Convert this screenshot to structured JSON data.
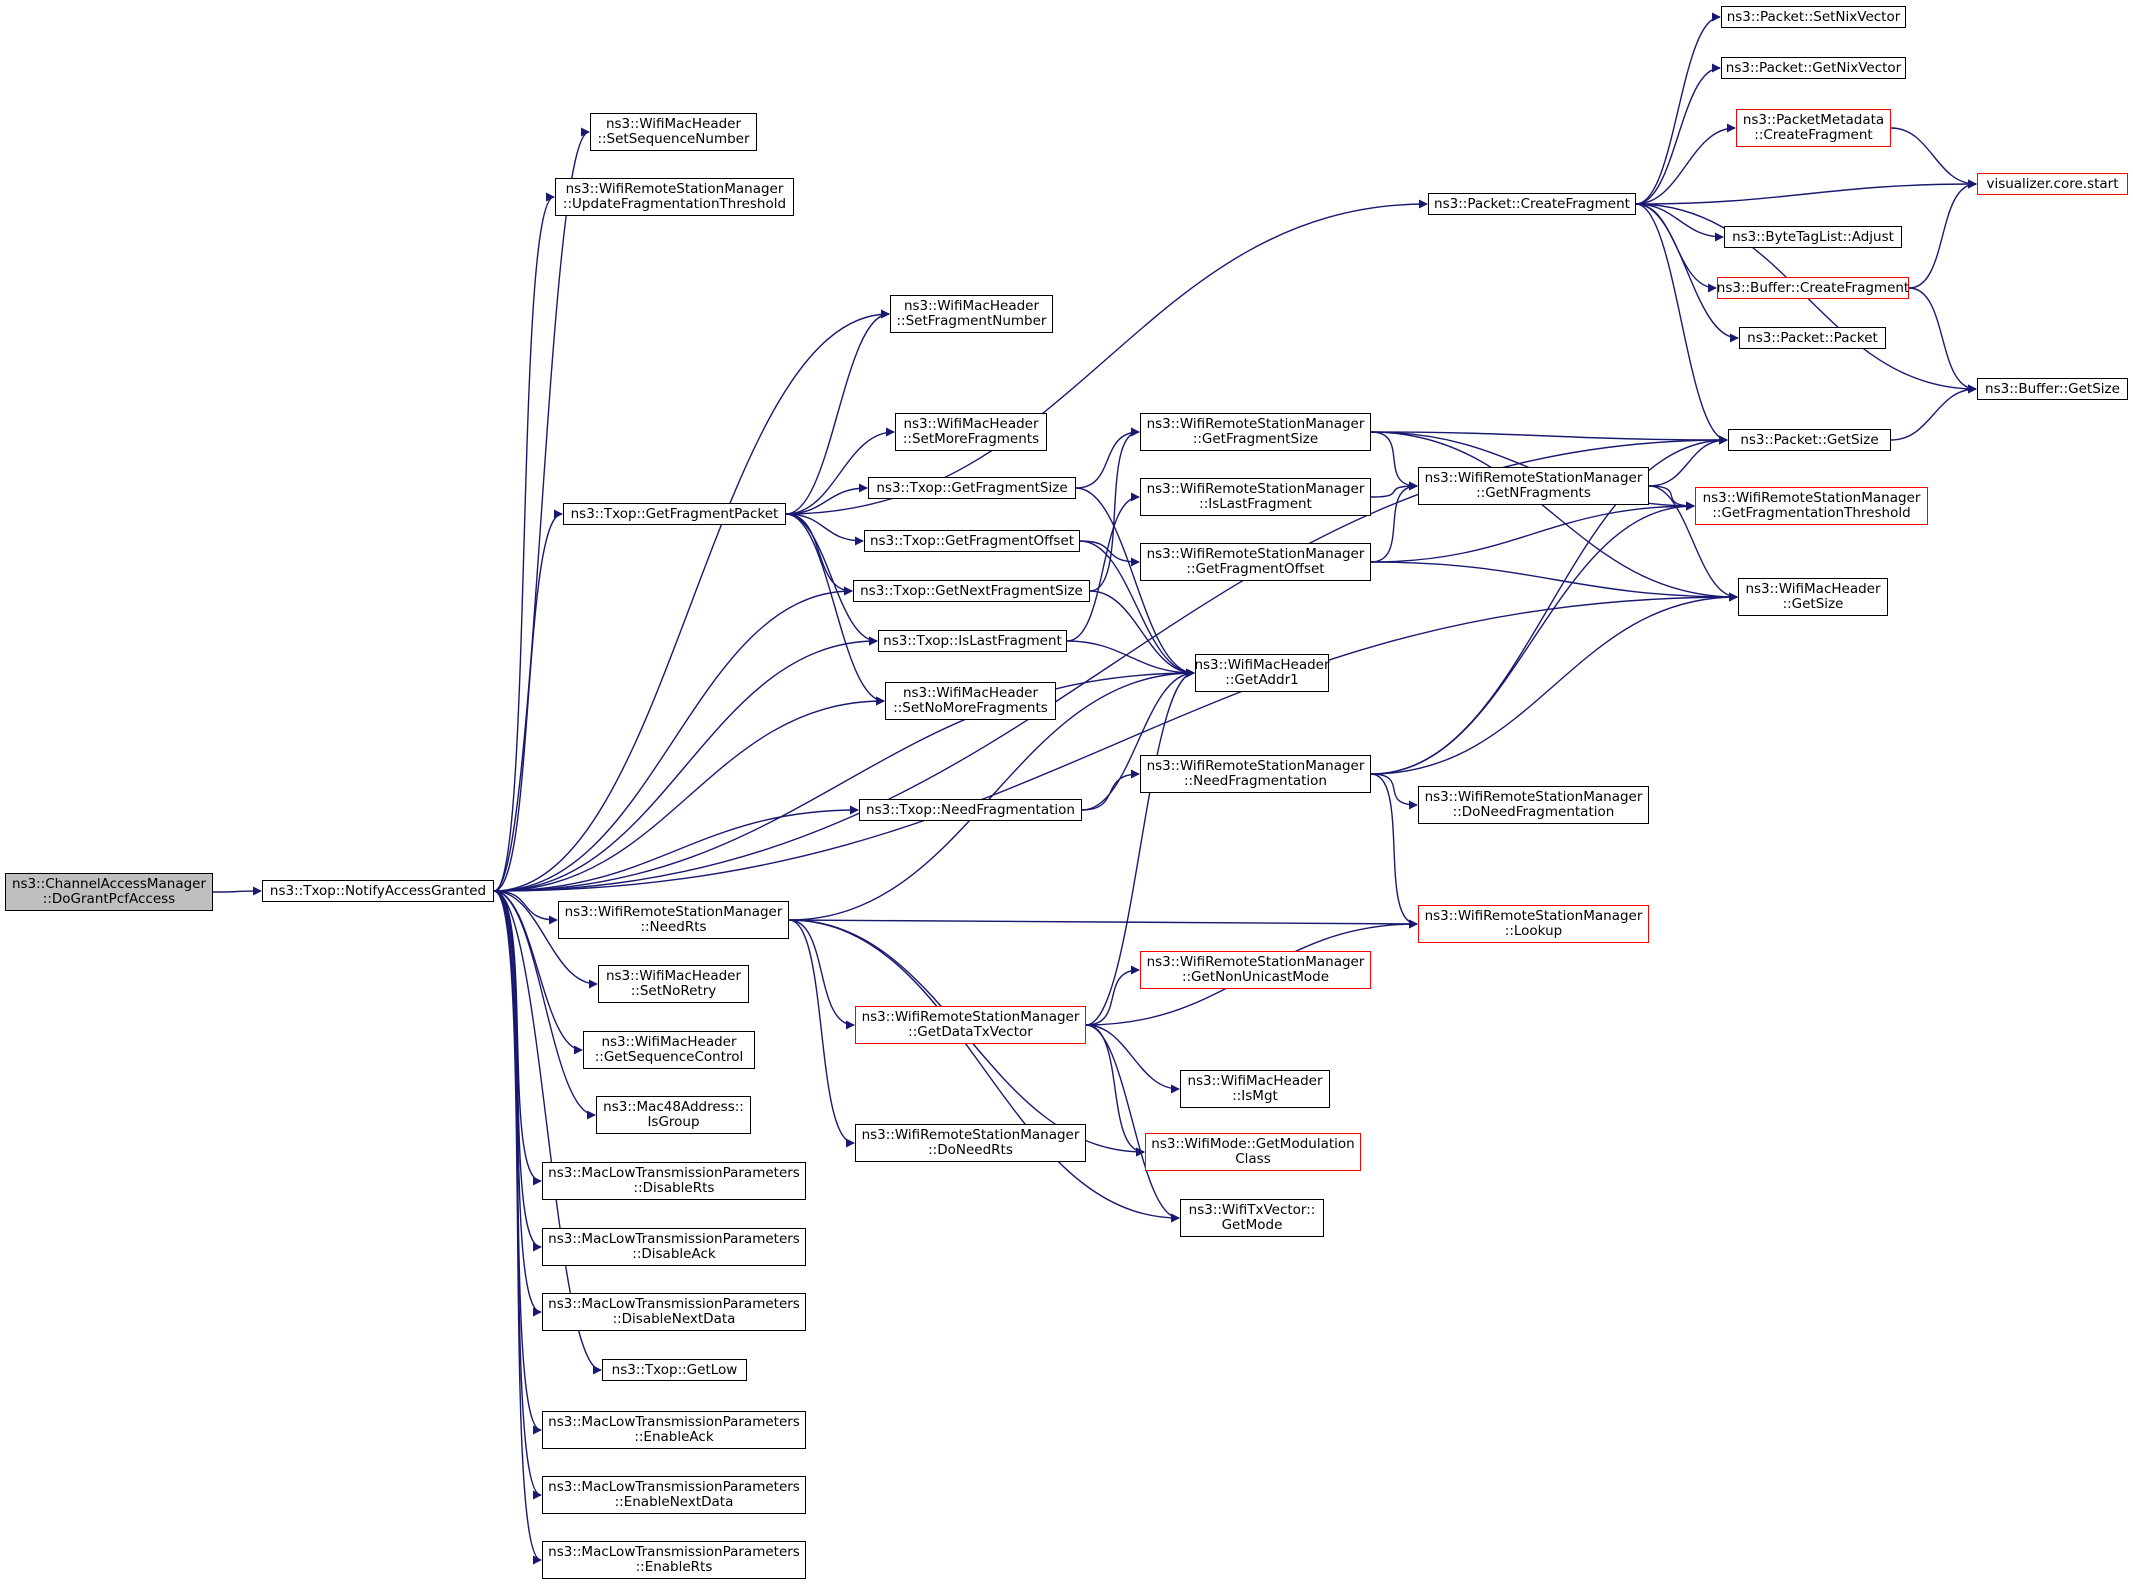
{
  "colors": {
    "edge": "#191970",
    "border": "#000000",
    "truncated_border": "#ff0000",
    "root_fill": "#bfbfbf"
  },
  "nodes": [
    {
      "id": "root",
      "lines": [
        "ns3::ChannelAccessManager",
        "::DoGrantPcfAccess"
      ],
      "root": true
    },
    {
      "id": "notify",
      "lines": [
        "ns3::Txop::NotifyAccessGranted"
      ]
    },
    {
      "id": "setSeqNum",
      "lines": [
        "ns3::WifiMacHeader",
        "::SetSequenceNumber"
      ]
    },
    {
      "id": "updFrag",
      "lines": [
        "ns3::WifiRemoteStationManager",
        "::UpdateFragmentationThreshold"
      ]
    },
    {
      "id": "setFragNum",
      "lines": [
        "ns3::WifiMacHeader",
        "::SetFragmentNumber"
      ]
    },
    {
      "id": "setMoreFrag",
      "lines": [
        "ns3::WifiMacHeader",
        "::SetMoreFragments"
      ]
    },
    {
      "id": "getFragPkt",
      "lines": [
        "ns3::Txop::GetFragmentPacket"
      ]
    },
    {
      "id": "txGetFragSize",
      "lines": [
        "ns3::Txop::GetFragmentSize"
      ]
    },
    {
      "id": "txGetFragOff",
      "lines": [
        "ns3::Txop::GetFragmentOffset"
      ]
    },
    {
      "id": "txGetNextFragSize",
      "lines": [
        "ns3::Txop::GetNextFragmentSize"
      ]
    },
    {
      "id": "txIsLastFrag",
      "lines": [
        "ns3::Txop::IsLastFragment"
      ]
    },
    {
      "id": "setNoMore",
      "lines": [
        "ns3::WifiMacHeader",
        "::SetNoMoreFragments"
      ]
    },
    {
      "id": "txNeedFrag",
      "lines": [
        "ns3::Txop::NeedFragmentation"
      ]
    },
    {
      "id": "needRts",
      "lines": [
        "ns3::WifiRemoteStationManager",
        "::NeedRts"
      ]
    },
    {
      "id": "setNoRetry",
      "lines": [
        "ns3::WifiMacHeader",
        "::SetNoRetry"
      ]
    },
    {
      "id": "getSeqCtl",
      "lines": [
        "ns3::WifiMacHeader",
        "::GetSequenceControl"
      ]
    },
    {
      "id": "isGroup",
      "lines": [
        "ns3::Mac48Address::",
        "IsGroup"
      ]
    },
    {
      "id": "disRts",
      "lines": [
        "ns3::MacLowTransmissionParameters",
        "::DisableRts"
      ]
    },
    {
      "id": "disAck",
      "lines": [
        "ns3::MacLowTransmissionParameters",
        "::DisableAck"
      ]
    },
    {
      "id": "disNext",
      "lines": [
        "ns3::MacLowTransmissionParameters",
        "::DisableNextData"
      ]
    },
    {
      "id": "getLow",
      "lines": [
        "ns3::Txop::GetLow"
      ]
    },
    {
      "id": "enAck",
      "lines": [
        "ns3::MacLowTransmissionParameters",
        "::EnableAck"
      ]
    },
    {
      "id": "enNext",
      "lines": [
        "ns3::MacLowTransmissionParameters",
        "::EnableNextData"
      ]
    },
    {
      "id": "enRts",
      "lines": [
        "ns3::MacLowTransmissionParameters",
        "::EnableRts"
      ]
    },
    {
      "id": "getDataTx",
      "lines": [
        "ns3::WifiRemoteStationManager",
        "::GetDataTxVector"
      ],
      "red": true
    },
    {
      "id": "doNeedRts",
      "lines": [
        "ns3::WifiRemoteStationManager",
        "::DoNeedRts"
      ]
    },
    {
      "id": "wrsmGetFragSize",
      "lines": [
        "ns3::WifiRemoteStationManager",
        "::GetFragmentSize"
      ]
    },
    {
      "id": "wrsmIsLastFrag",
      "lines": [
        "ns3::WifiRemoteStationManager",
        "::IsLastFragment"
      ]
    },
    {
      "id": "wrsmGetFragOff",
      "lines": [
        "ns3::WifiRemoteStationManager",
        "::GetFragmentOffset"
      ]
    },
    {
      "id": "getAddr1",
      "lines": [
        "ns3::WifiMacHeader",
        "::GetAddr1"
      ]
    },
    {
      "id": "wrsmNeedFrag",
      "lines": [
        "ns3::WifiRemoteStationManager",
        "::NeedFragmentation"
      ]
    },
    {
      "id": "nonUnicast",
      "lines": [
        "ns3::WifiRemoteStationManager",
        "::GetNonUnicastMode"
      ],
      "red": true
    },
    {
      "id": "isMgt",
      "lines": [
        "ns3::WifiMacHeader",
        "::IsMgt"
      ]
    },
    {
      "id": "getModClass",
      "lines": [
        "ns3::WifiMode::GetModulation",
        "Class"
      ],
      "red": true
    },
    {
      "id": "txvGetMode",
      "lines": [
        "ns3::WifiTxVector::",
        "GetMode"
      ]
    },
    {
      "id": "pktCreateFrag",
      "lines": [
        "ns3::Packet::CreateFragment"
      ]
    },
    {
      "id": "getNFrag",
      "lines": [
        "ns3::WifiRemoteStationManager",
        "::GetNFragments"
      ]
    },
    {
      "id": "doNeedFrag",
      "lines": [
        "ns3::WifiRemoteStationManager",
        "::DoNeedFragmentation"
      ]
    },
    {
      "id": "lookup",
      "lines": [
        "ns3::WifiRemoteStationManager",
        "::Lookup"
      ],
      "red": true
    },
    {
      "id": "setNix",
      "lines": [
        "ns3::Packet::SetNixVector"
      ]
    },
    {
      "id": "getNix",
      "lines": [
        "ns3::Packet::GetNixVector"
      ]
    },
    {
      "id": "pmCreateFrag",
      "lines": [
        "ns3::PacketMetadata",
        "::CreateFragment"
      ],
      "red": true
    },
    {
      "id": "btlAdjust",
      "lines": [
        "ns3::ByteTagList::Adjust"
      ]
    },
    {
      "id": "bufCreateFrag",
      "lines": [
        "ns3::Buffer::CreateFragment"
      ],
      "red": true
    },
    {
      "id": "pktPacket",
      "lines": [
        "ns3::Packet::Packet"
      ]
    },
    {
      "id": "pktGetSize",
      "lines": [
        "ns3::Packet::GetSize"
      ]
    },
    {
      "id": "getFragThr",
      "lines": [
        "ns3::WifiRemoteStationManager",
        "::GetFragmentationThreshold"
      ],
      "red": true
    },
    {
      "id": "wmhGetSize",
      "lines": [
        "ns3::WifiMacHeader",
        "::GetSize"
      ]
    },
    {
      "id": "vizStart",
      "lines": [
        "visualizer.core.start"
      ],
      "red": true
    },
    {
      "id": "bufGetSize",
      "lines": [
        "ns3::Buffer::GetSize"
      ]
    }
  ],
  "edges": [
    [
      "root",
      "notify"
    ],
    [
      "notify",
      "setSeqNum"
    ],
    [
      "notify",
      "updFrag"
    ],
    [
      "notify",
      "pktGetSize"
    ],
    [
      "notify",
      "setFragNum"
    ],
    [
      "notify",
      "getFragPkt"
    ],
    [
      "notify",
      "txGetNextFragSize"
    ],
    [
      "notify",
      "txIsLastFrag"
    ],
    [
      "notify",
      "setNoMore"
    ],
    [
      "notify",
      "getAddr1"
    ],
    [
      "notify",
      "txNeedFrag"
    ],
    [
      "notify",
      "wmhGetSize"
    ],
    [
      "notify",
      "needRts"
    ],
    [
      "notify",
      "setNoRetry"
    ],
    [
      "notify",
      "getSeqCtl"
    ],
    [
      "notify",
      "isGroup"
    ],
    [
      "notify",
      "disRts"
    ],
    [
      "notify",
      "disAck"
    ],
    [
      "notify",
      "disNext"
    ],
    [
      "notify",
      "getLow"
    ],
    [
      "notify",
      "enAck"
    ],
    [
      "notify",
      "enNext"
    ],
    [
      "notify",
      "enRts"
    ],
    [
      "getFragPkt",
      "setFragNum"
    ],
    [
      "getFragPkt",
      "pktCreateFrag"
    ],
    [
      "getFragPkt",
      "setMoreFrag"
    ],
    [
      "getFragPkt",
      "txGetFragSize"
    ],
    [
      "getFragPkt",
      "txGetFragOff"
    ],
    [
      "getFragPkt",
      "txGetNextFragSize"
    ],
    [
      "getFragPkt",
      "txIsLastFrag"
    ],
    [
      "getFragPkt",
      "setNoMore"
    ],
    [
      "txGetFragSize",
      "wrsmGetFragSize"
    ],
    [
      "txGetFragSize",
      "getAddr1"
    ],
    [
      "txGetFragOff",
      "wrsmGetFragOff"
    ],
    [
      "txGetFragOff",
      "getAddr1"
    ],
    [
      "txGetNextFragSize",
      "wrsmGetFragSize"
    ],
    [
      "txGetNextFragSize",
      "getAddr1"
    ],
    [
      "txIsLastFrag",
      "wrsmIsLastFrag"
    ],
    [
      "txIsLastFrag",
      "getAddr1"
    ],
    [
      "txNeedFrag",
      "wrsmNeedFrag"
    ],
    [
      "txNeedFrag",
      "getAddr1"
    ],
    [
      "needRts",
      "getAddr1"
    ],
    [
      "needRts",
      "getDataTx"
    ],
    [
      "needRts",
      "doNeedRts"
    ],
    [
      "needRts",
      "getModClass"
    ],
    [
      "needRts",
      "txvGetMode"
    ],
    [
      "needRts",
      "lookup"
    ],
    [
      "getDataTx",
      "nonUnicast"
    ],
    [
      "getDataTx",
      "lookup"
    ],
    [
      "getDataTx",
      "isMgt"
    ],
    [
      "getDataTx",
      "getModClass"
    ],
    [
      "getDataTx",
      "txvGetMode"
    ],
    [
      "getDataTx",
      "getAddr1"
    ],
    [
      "wrsmGetFragSize",
      "pktGetSize"
    ],
    [
      "wrsmGetFragSize",
      "getNFrag"
    ],
    [
      "wrsmGetFragSize",
      "getFragThr"
    ],
    [
      "wrsmGetFragSize",
      "wmhGetSize"
    ],
    [
      "wrsmIsLastFrag",
      "getNFrag"
    ],
    [
      "wrsmGetFragOff",
      "getNFrag"
    ],
    [
      "wrsmGetFragOff",
      "getFragThr"
    ],
    [
      "wrsmGetFragOff",
      "wmhGetSize"
    ],
    [
      "getNFrag",
      "pktGetSize"
    ],
    [
      "getNFrag",
      "getFragThr"
    ],
    [
      "getNFrag",
      "wmhGetSize"
    ],
    [
      "wrsmNeedFrag",
      "pktGetSize"
    ],
    [
      "wrsmNeedFrag",
      "getFragThr"
    ],
    [
      "wrsmNeedFrag",
      "wmhGetSize"
    ],
    [
      "wrsmNeedFrag",
      "doNeedFrag"
    ],
    [
      "wrsmNeedFrag",
      "lookup"
    ],
    [
      "pktCreateFrag",
      "setNix"
    ],
    [
      "pktCreateFrag",
      "getNix"
    ],
    [
      "pktCreateFrag",
      "pmCreateFrag"
    ],
    [
      "pktCreateFrag",
      "vizStart"
    ],
    [
      "pktCreateFrag",
      "btlAdjust"
    ],
    [
      "pktCreateFrag",
      "bufCreateFrag"
    ],
    [
      "pktCreateFrag",
      "pktPacket"
    ],
    [
      "pktCreateFrag",
      "pktGetSize"
    ],
    [
      "pktCreateFrag",
      "bufGetSize"
    ],
    [
      "pmCreateFrag",
      "vizStart"
    ],
    [
      "bufCreateFrag",
      "vizStart"
    ],
    [
      "bufCreateFrag",
      "bufGetSize"
    ],
    [
      "pktGetSize",
      "bufGetSize"
    ]
  ]
}
